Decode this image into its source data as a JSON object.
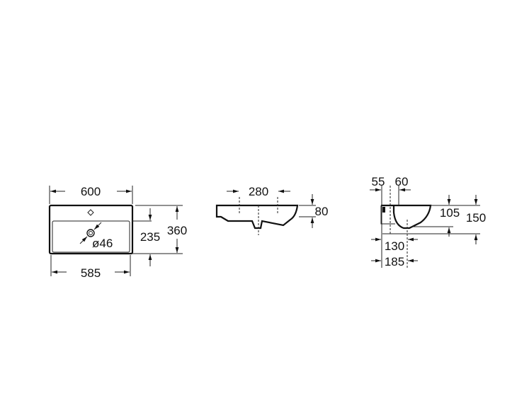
{
  "top_view": {
    "width_label": "600",
    "inner_width_label": "585",
    "basin_depth_label": "235",
    "total_depth_label": "360",
    "drain_label": "ø46"
  },
  "front_view": {
    "hole_spacing_label": "280",
    "height_label": "80"
  },
  "side_view": {
    "offset_a_label": "55",
    "offset_b_label": "60",
    "inner_height_label": "105",
    "total_height_label": "150",
    "drain_offset_label": "130",
    "total_offset_label": "185"
  }
}
